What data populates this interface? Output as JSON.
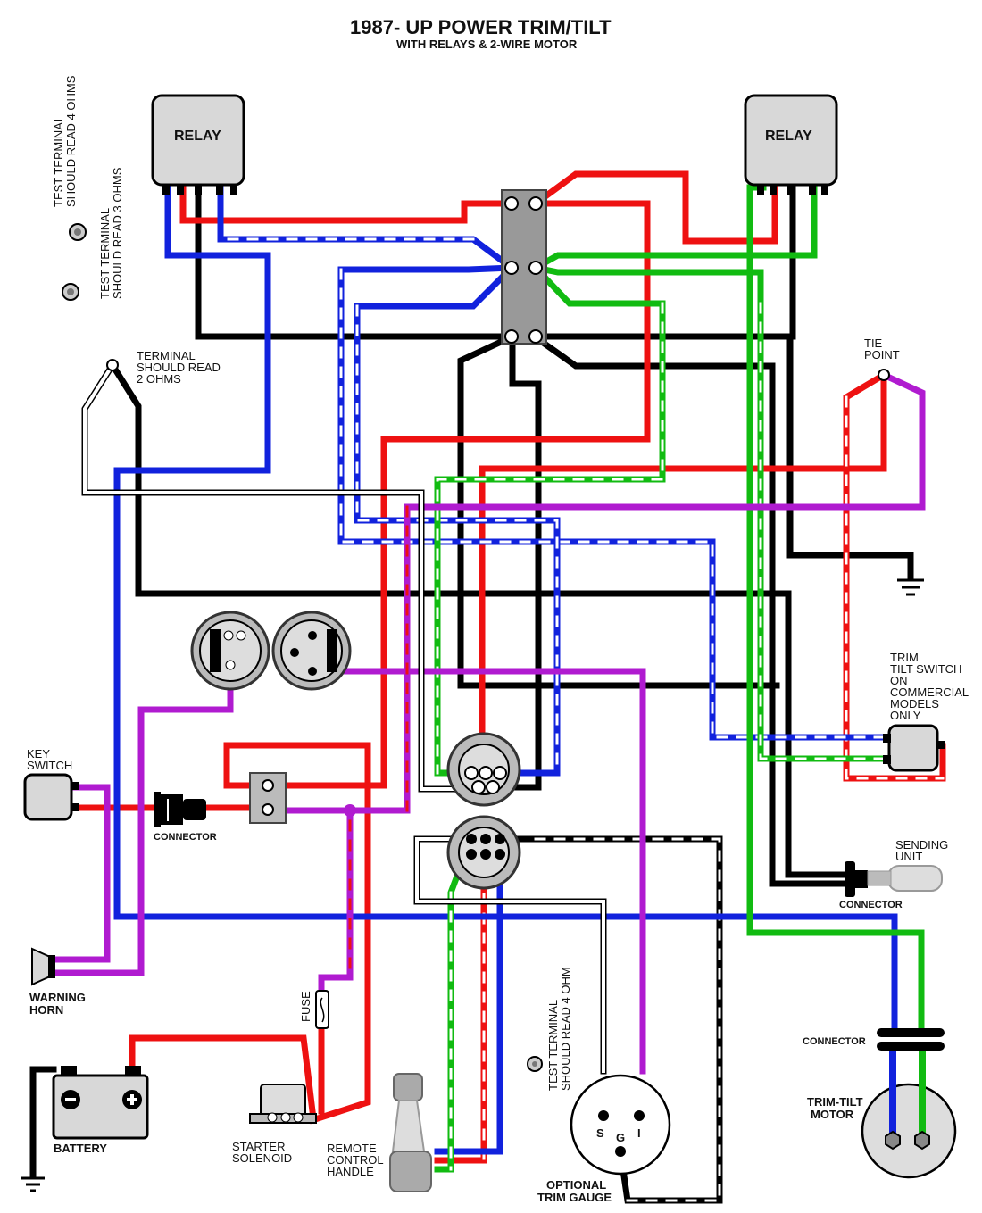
{
  "title": {
    "main": "1987- UP    POWER TRIM/TILT",
    "sub": "WITH RELAYS & 2-WIRE MOTOR"
  },
  "components": {
    "relay_left": "RELAY",
    "relay_right": "RELAY",
    "key_switch": [
      "KEY",
      "SWITCH"
    ],
    "connector_key": "CONNECTOR",
    "warning_horn": [
      "WARNING",
      "HORN"
    ],
    "fuse": "FUSE",
    "battery": "BATTERY",
    "starter_solenoid": [
      "STARTER",
      "SOLENOID"
    ],
    "remote_control_handle": [
      "REMOTE",
      "CONTROL",
      "HANDLE"
    ],
    "optional_trim_gauge": [
      "OPTIONAL",
      "TRIM GAUGE"
    ],
    "trim_gauge_terminals": [
      "S",
      "G",
      "I"
    ],
    "tie_point": [
      "TIE",
      "POINT"
    ],
    "trim_tilt_switch": [
      "TRIM",
      "TILT SWITCH",
      "ON",
      "COMMERCIAL",
      "MODELS",
      "ONLY"
    ],
    "sending_unit": [
      "SENDING",
      "UNIT"
    ],
    "connector_sending": "CONNECTOR",
    "connector_motor": "CONNECTOR",
    "trim_tilt_motor": [
      "TRIM-TILT",
      "MOTOR"
    ]
  },
  "notes": {
    "test_4_ohms": [
      "TEST TERMINAL",
      "SHOULD READ 4 OHMS"
    ],
    "test_3_ohms": [
      "TEST TERMINAL",
      "SHOULD READ 3 OHMS"
    ],
    "terminal_2_ohms": [
      "TERMINAL",
      "SHOULD READ",
      "2 OHMS"
    ],
    "test_4_ohm_gauge": [
      "TEST TERMINAL",
      "SHOULD READ 4 OHM"
    ]
  },
  "colors": {
    "black": "#000000",
    "red": "#ee1111",
    "blue": "#1122dd",
    "green": "#11bb11",
    "purple": "#b01bd0",
    "component_fill": "#d8d8d8"
  }
}
